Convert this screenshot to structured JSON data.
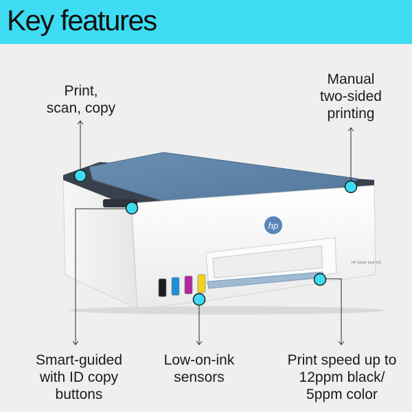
{
  "header": {
    "title": "Key features"
  },
  "features": {
    "print_scan_copy": [
      "Print,",
      "scan, copy"
    ],
    "two_sided": [
      "Manual",
      "two-sided",
      "printing"
    ],
    "smart_guided": [
      "Smart-guided",
      "with ID copy",
      "buttons"
    ],
    "low_ink": [
      "Low-on-ink",
      "sensors"
    ],
    "print_speed": [
      "Print speed up to",
      "12ppm black/",
      "5ppm color"
    ]
  },
  "printer": {
    "brand": "hp",
    "model_text": "HP Smart Tank 525"
  },
  "colors": {
    "header_bg": "#3ddcf2",
    "callout_dot": "#3ddcf2",
    "lid_blue": "#5f83a6",
    "ink_black": "#1d1d1d",
    "ink_cyan": "#1c8fd6",
    "ink_magenta": "#b2279a",
    "ink_yellow": "#f2d21c"
  }
}
